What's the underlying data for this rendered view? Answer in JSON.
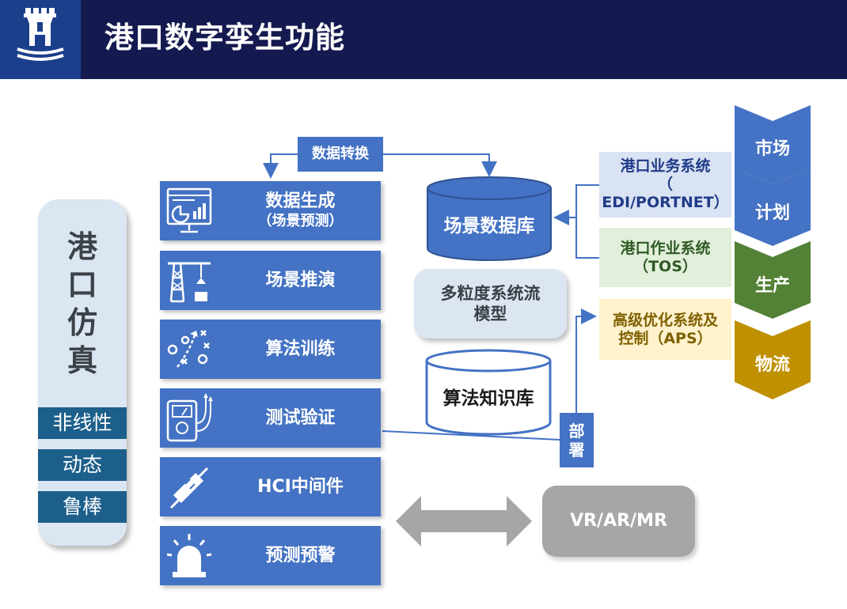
{
  "header": {
    "title": "港口数字孪生功能"
  },
  "left_panel": {
    "title_chars": [
      "港",
      "口",
      "仿",
      "真"
    ],
    "tags": [
      "非线性",
      "动态",
      "鲁棒"
    ]
  },
  "modules": [
    {
      "line1": "数据生成",
      "line2": "（场景预测）",
      "icon": "dashboard-chart-icon"
    },
    {
      "line1": "场景推演",
      "line2": "",
      "icon": "crane-icon"
    },
    {
      "line1": "算法训练",
      "line2": "",
      "icon": "strategy-play-icon"
    },
    {
      "line1": "测试验证",
      "line2": "",
      "icon": "multimeter-icon"
    },
    {
      "line1": "HCI中间件",
      "line2": "",
      "icon": "plug-connector-icon"
    },
    {
      "line1": "预测预警",
      "line2": "",
      "icon": "alarm-beacon-icon"
    }
  ],
  "data_conversion": "数据转换",
  "scene_db": "场景数据库",
  "granular_model": {
    "line1": "多粒度系统流",
    "line2": "模型"
  },
  "algo_db": "算法知识库",
  "deploy": {
    "line1": "部",
    "line2": "署"
  },
  "vr": "VR/AR/MR",
  "systems": {
    "edi": {
      "line1": "港口业务系统",
      "line2": "（",
      "line3": "EDI/PORTNET）"
    },
    "tos": {
      "line1": "港口作业系统",
      "line2": "（TOS）"
    },
    "aps": {
      "line1": "高级优化系统及",
      "line2": "控制（APS）"
    }
  },
  "chevrons": [
    {
      "label": "市场",
      "color": "#4472c4"
    },
    {
      "label": "计划",
      "color": "#4472c4"
    },
    {
      "label": "生产",
      "color": "#538135"
    },
    {
      "label": "物流",
      "color": "#bf9000"
    }
  ],
  "colors": {
    "header_bg": "#141a4f",
    "module_blue": "#4472c4",
    "tag_blue": "#1d5f8b"
  }
}
